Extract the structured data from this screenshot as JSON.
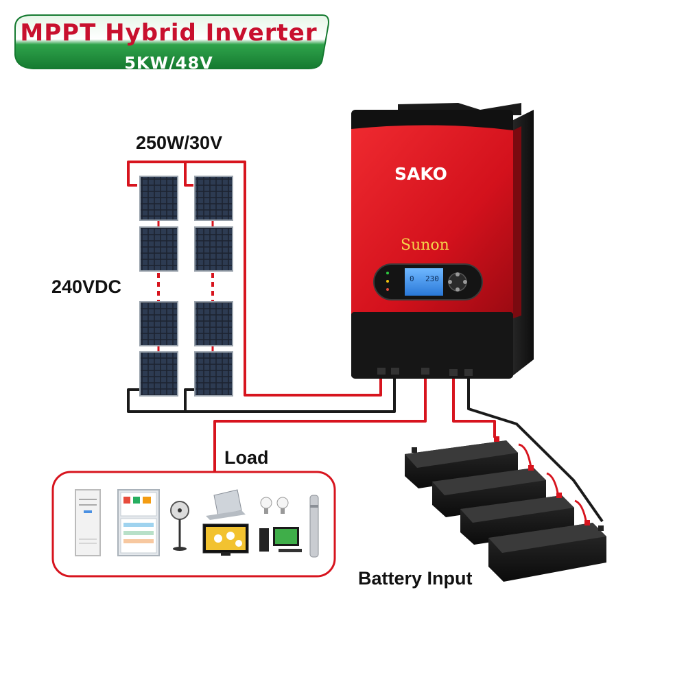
{
  "banner": {
    "title": "MPPT Hybrid Inverter",
    "subtitle": "5KW/48V"
  },
  "labels": {
    "panel_rating": "250W/30V",
    "array_voltage": "240VDC",
    "load": "Load",
    "battery": "Battery Input"
  },
  "inverter": {
    "brand": "SAKO",
    "model": "Sunon",
    "display": {
      "left_value": "0",
      "right_value": "230"
    }
  },
  "colors": {
    "wire_positive": "#d7141e",
    "wire_negative": "#1a1a1a",
    "banner_green": "#1f8a3a",
    "inverter_red": "#d3111c",
    "load_box_border": "#d7141e"
  },
  "icons": [
    "solar-panel-icon",
    "air-conditioner-icon",
    "refrigerator-icon",
    "fan-icon",
    "laptop-icon",
    "light-bulb-icon",
    "tv-icon",
    "desktop-computer-icon",
    "water-pump-icon",
    "battery-icon"
  ]
}
